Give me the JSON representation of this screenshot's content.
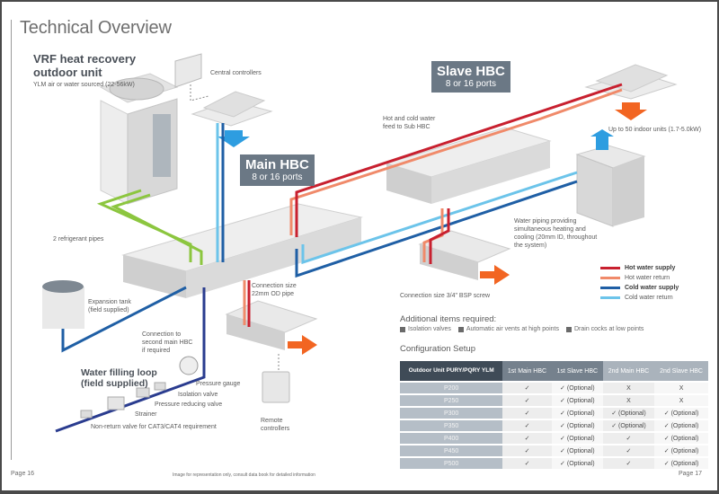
{
  "page_title": "Technical Overview",
  "outdoor_unit": {
    "heading_line1": "VRF heat recovery",
    "heading_line2": "outdoor unit",
    "subtext": "YLM air or water sourced (22-56kW)"
  },
  "labels": {
    "central_controllers": "Central controllers",
    "refrigerant_pipes": "2 refrigerant pipes",
    "expansion_tank_1": "Expansion tank",
    "expansion_tank_2": "(field supplied)",
    "connection_second_1": "Connection to",
    "connection_second_2": "second main HBC",
    "connection_second_3": "if required",
    "connection_22mm_1": "Connection size",
    "connection_22mm_2": "22mm OD pipe",
    "hot_cold_feed_1": "Hot and cold water",
    "hot_cold_feed_2": "feed to Sub HBC",
    "indoor_units": "Up to 50 indoor units (1.7-5.0kW)",
    "water_piping_1": "Water piping providing",
    "water_piping_2": "simultaneous heating and",
    "water_piping_3": "cooling (20mm ID, throughout",
    "water_piping_4": "the system)",
    "connection_bsp": "Connection size 3/4\" BSP screw",
    "remote_1": "Remote",
    "remote_2": "controllers",
    "water_loop_1": "Water filling loop",
    "water_loop_2": "(field supplied)",
    "pressure_gauge": "Pressure gauge",
    "isolation_valve": "Isolation valve",
    "pressure_reducing_valve": "Pressure reducing valve",
    "strainer": "Strainer",
    "non_return_valve": "Non-return valve for CAT3/CAT4 requirement"
  },
  "main_hbc": {
    "title": "Main HBC",
    "subtitle": "8 or 16 ports"
  },
  "slave_hbc": {
    "title": "Slave HBC",
    "subtitle": "8 or 16 ports"
  },
  "legend": [
    {
      "label": "Hot water supply",
      "color": "#c8202f",
      "bold": true
    },
    {
      "label": "Hot water return",
      "color": "#f08a6a",
      "bold": false
    },
    {
      "label": "Cold water supply",
      "color": "#1f5fa5",
      "bold": true
    },
    {
      "label": "Cold water return",
      "color": "#6cc4ea",
      "bold": false
    }
  ],
  "colors": {
    "refrigerant": "#8cc63f",
    "hot_supply": "#c8202f",
    "hot_return": "#f08a6a",
    "cold_supply": "#1f5fa5",
    "cold_return": "#6cc4ea",
    "loop": "#2a3c8f",
    "air_warm": "#f26522",
    "air_cool": "#2e9de0"
  },
  "additional": {
    "heading": "Additional items required:",
    "items": [
      "Isolation valves",
      "Automatic air vents at high points",
      "Drain cocks at low points"
    ]
  },
  "config": {
    "heading": "Configuration Setup",
    "headers": [
      "Outdoor Unit PURY/PQRY YLM",
      "1st  Main HBC",
      "1st Slave HBC",
      "2nd Main HBC",
      "2nd Slave HBC"
    ],
    "rows": [
      [
        "P200",
        "✓",
        "✓ (Optional)",
        "X",
        "X"
      ],
      [
        "P250",
        "✓",
        "✓ (Optional)",
        "X",
        "X"
      ],
      [
        "P300",
        "✓",
        "✓ (Optional)",
        "✓ (Optional)",
        "✓ (Optional)"
      ],
      [
        "P350",
        "✓",
        "✓ (Optional)",
        "✓ (Optional)",
        "✓ (Optional)"
      ],
      [
        "P400",
        "✓",
        "✓ (Optional)",
        "✓",
        "✓ (Optional)"
      ],
      [
        "P450",
        "✓",
        "✓ (Optional)",
        "✓",
        "✓ (Optional)"
      ],
      [
        "P500",
        "✓",
        "✓ (Optional)",
        "✓",
        "✓ (Optional)"
      ]
    ]
  },
  "footer": {
    "left_page": "Page 16",
    "disclaimer": "Image for representation only, consult data book for detailed information",
    "right_page": "Page 17"
  }
}
